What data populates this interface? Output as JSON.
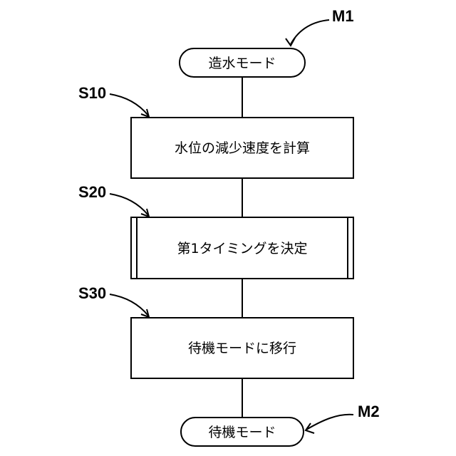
{
  "labels": {
    "m1": "M1",
    "s10": "S10",
    "s20": "S20",
    "s30": "S30",
    "m2": "M2"
  },
  "nodes": {
    "start": "造水モード",
    "step1": "水位の減少速度を計算",
    "step2": "第1タイミングを決定",
    "step3": "待機モードに移行",
    "end": "待機モード"
  }
}
